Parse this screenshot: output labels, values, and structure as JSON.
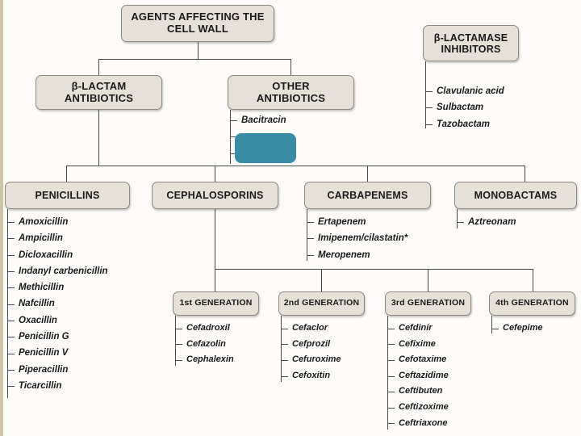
{
  "diagram": {
    "title": "Agents Affecting the Cell Wall",
    "background_color": "#fdfcfa",
    "node_fill_color": "#e6e1d6",
    "node_border_color": "#8e8a82",
    "connector_color": "#4a4a4a",
    "overlay_color": "#3a8ba5"
  },
  "root": {
    "line1": "AGENTS AFFECTING THE",
    "line2": "CELL WALL"
  },
  "branches": {
    "beta_lactam": {
      "line1": "β-LACTAM",
      "line2": "ANTIBIOTICS"
    },
    "other": {
      "line1": "OTHER",
      "line2": "ANTIBIOTICS"
    }
  },
  "other_antibiotics_items": [
    "Bacitracin"
  ],
  "beta_lactamase_inhibitors": {
    "title_line1": "β-LACTAMASE",
    "title_line2": "INHIBITORS",
    "items": [
      "Clavulanic acid",
      "Sulbactam",
      "Tazobactam"
    ]
  },
  "classes": {
    "penicillins": {
      "title": "PENICILLINS",
      "items": [
        "Amoxicillin",
        "Ampicillin",
        "Dicloxacillin",
        "Indanyl carbenicillin",
        "Methicillin",
        "Nafcillin",
        "Oxacillin",
        "Penicillin G",
        "Penicillin V",
        "Piperacillin",
        "Ticarcillin"
      ]
    },
    "cephalosporins": {
      "title": "CEPHALOSPORINS",
      "items": []
    },
    "carbapenems": {
      "title": "CARBAPENEMS",
      "items": [
        "Ertapenem",
        "Imipenem/cilastatin*",
        "Meropenem"
      ]
    },
    "monobactams": {
      "title": "MONOBACTAMS",
      "items": [
        "Aztreonam"
      ]
    }
  },
  "generations": [
    {
      "title": "1st GENERATION",
      "items": [
        "Cefadroxil",
        "Cefazolin",
        "Cephalexin"
      ]
    },
    {
      "title": "2nd GENERATION",
      "items": [
        "Cefaclor",
        "Cefprozil",
        "Cefuroxime",
        "Cefoxitin"
      ]
    },
    {
      "title": "3rd GENERATION",
      "items": [
        "Cefdinir",
        "Cefixime",
        "Cefotaxime",
        "Ceftazidime",
        "Ceftibuten",
        "Ceftizoxime",
        "Ceftriaxone"
      ]
    },
    {
      "title": "4th GENERATION",
      "items": [
        "Cefepime"
      ]
    }
  ]
}
